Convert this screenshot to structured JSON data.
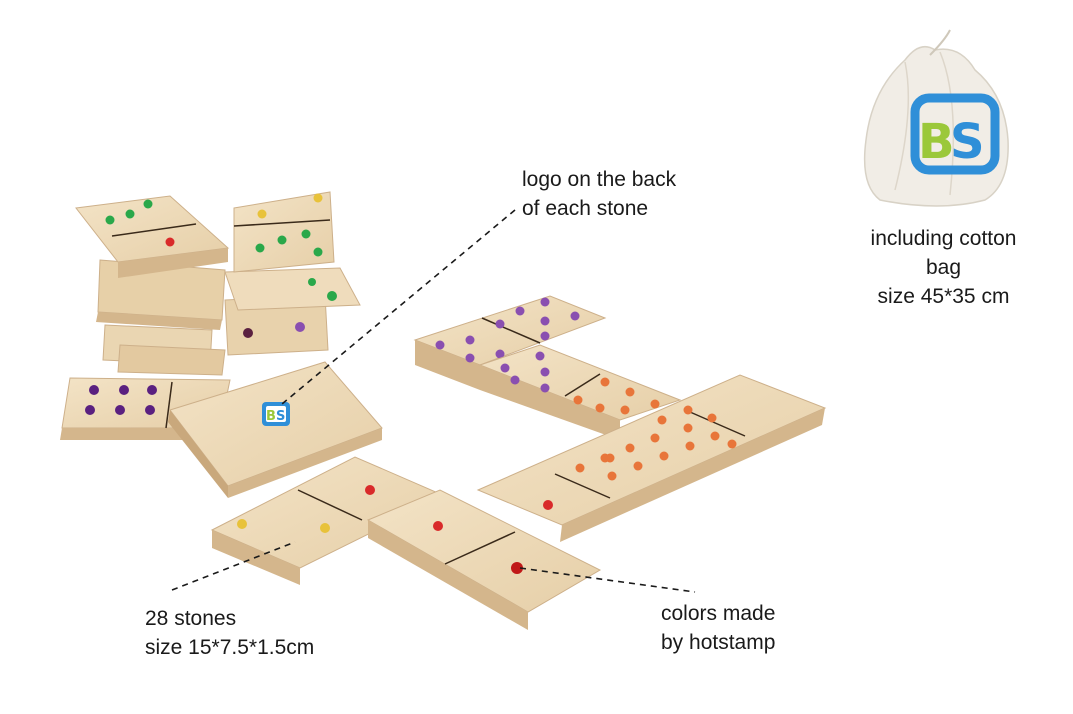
{
  "annotations": {
    "logo": {
      "line1": "logo on the back",
      "line2": "of each stone"
    },
    "bag": {
      "line1": "including cotton",
      "line2": "bag",
      "line3": "size 45*35 cm"
    },
    "stones": {
      "line1": "28 stones",
      "line2": "size 15*7.5*1.5cm"
    },
    "colors": {
      "line1": "colors made",
      "line2": "by hotstamp"
    }
  },
  "logo_text": "BS",
  "colors": {
    "wood": "#efdcbc",
    "wood_side": "#d9bd92",
    "leader_line": "#1a1a1a",
    "pip_purple": "#8a4fb0",
    "pip_orange": "#e8753a",
    "pip_red": "#d92a2a",
    "pip_yellow": "#e8c23a",
    "pip_green": "#2aa84a",
    "logo_blue": "#2f8fd8",
    "logo_green": "#9bc83a"
  }
}
